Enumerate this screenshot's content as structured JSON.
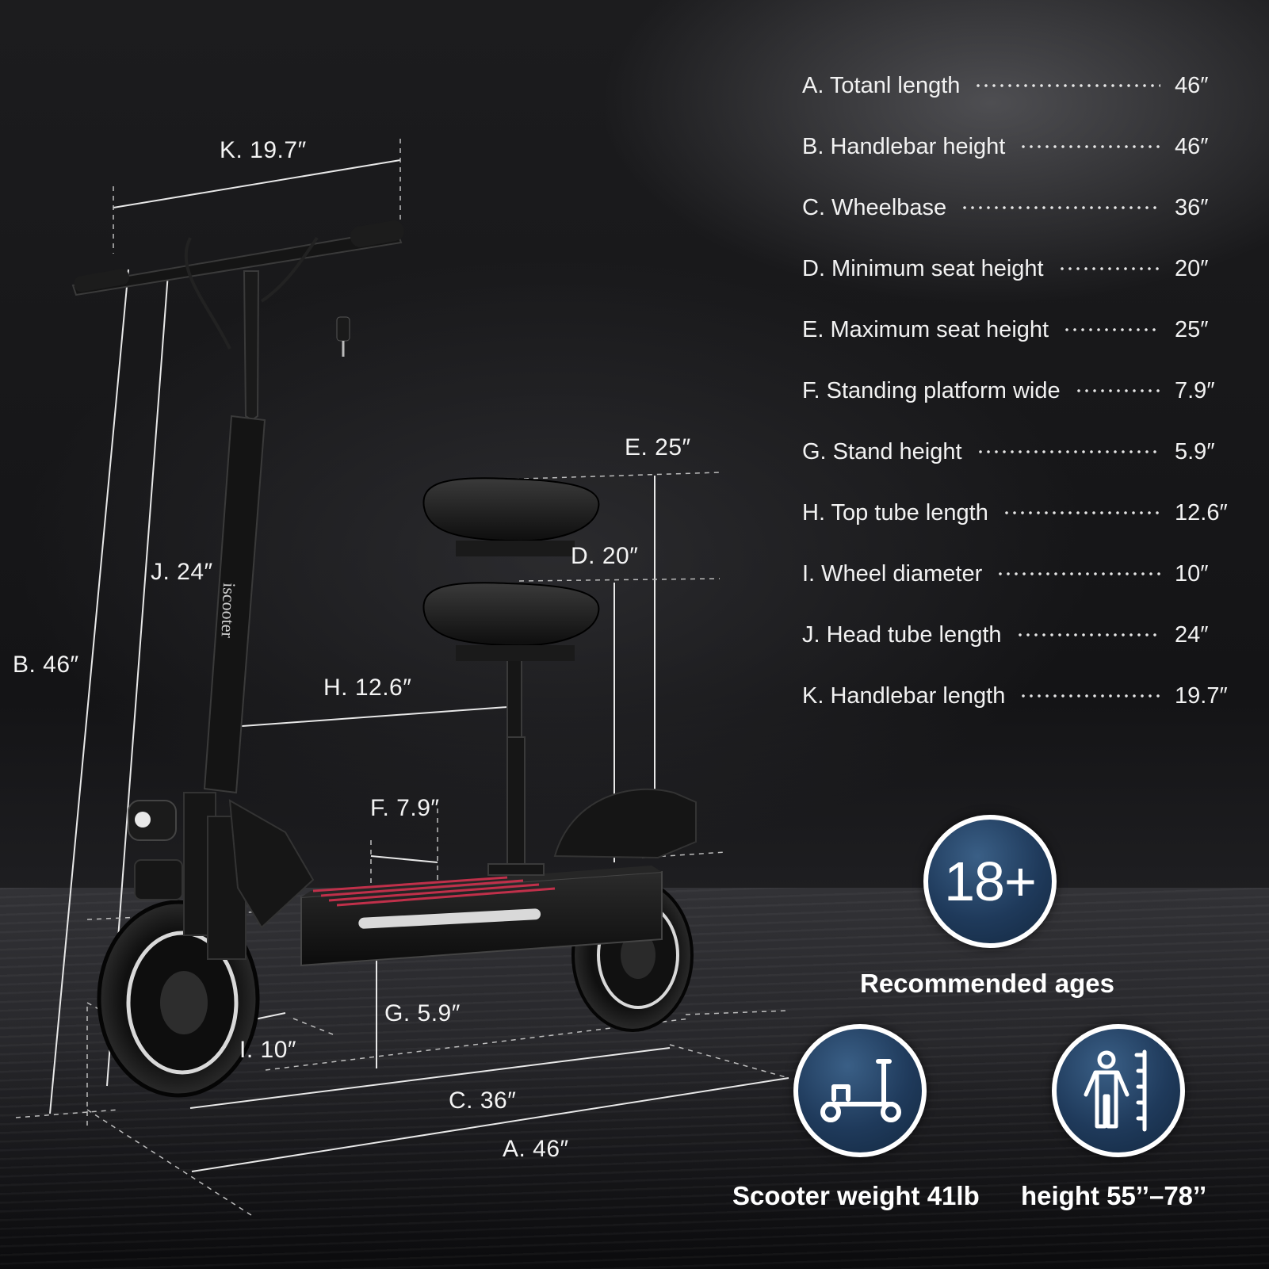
{
  "dimension_labels": {
    "k": "K. 19.7″",
    "e": "E. 25″",
    "d": "D. 20″",
    "j": "J. 24″",
    "b": "B. 46″",
    "h": "H. 12.6″",
    "f": "F. 7.9″",
    "g": "G. 5.9″",
    "i": "I. 10″",
    "c": "C. 36″",
    "a": "A. 46″"
  },
  "brand_on_stem": "iscooter",
  "specs": [
    {
      "name": "A. Totanl length",
      "value": "46″"
    },
    {
      "name": "B. Handlebar height",
      "value": "46″"
    },
    {
      "name": "C. Wheelbase",
      "value": "36″"
    },
    {
      "name": "D. Minimum seat height",
      "value": "20″"
    },
    {
      "name": "E. Maximum seat height",
      "value": "25″"
    },
    {
      "name": "F. Standing platform wide",
      "value": "7.9″"
    },
    {
      "name": "G. Stand height",
      "value": "5.9″"
    },
    {
      "name": "H. Top tube length",
      "value": "12.6″"
    },
    {
      "name": "I.  Wheel diameter",
      "value": "10″"
    },
    {
      "name": "J. Head tube length",
      "value": "24″"
    },
    {
      "name": "K. Handlebar length",
      "value": "19.7″"
    }
  ],
  "age_badge": {
    "text": "18+",
    "caption": "Recommended ages",
    "color": "#1f3a5b"
  },
  "weight_badge": {
    "icon": "scooter-icon",
    "caption": "Scooter weight 41lb"
  },
  "height_badge": {
    "icon": "person-height-icon",
    "caption": "height  55’’–78’’"
  },
  "colors": {
    "background": "#141416",
    "badge": "#1f3a5b",
    "deck_stripe": "#c0304a"
  }
}
